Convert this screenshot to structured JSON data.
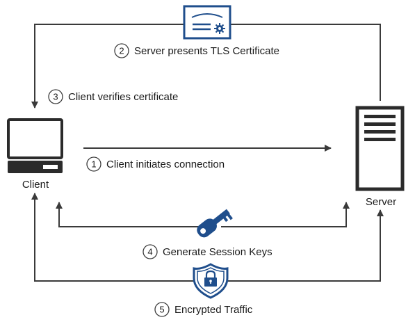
{
  "nodes": {
    "client": "Client",
    "server": "Server"
  },
  "steps": [
    {
      "number": "1",
      "label": "Client initiates connection"
    },
    {
      "number": "2",
      "label": "Server presents TLS Certificate"
    },
    {
      "number": "3",
      "label": "Client verifies certificate"
    },
    {
      "number": "4",
      "label": "Generate Session Keys"
    },
    {
      "number": "5",
      "label": "Encrypted Traffic"
    }
  ],
  "icons": {
    "client": "computer-icon",
    "server": "server-icon",
    "certificate": "certificate-icon",
    "key": "key-icon",
    "shield": "shield-lock-icon"
  },
  "colors": {
    "line": "#3a3a3a",
    "icon_dark": "#2b2b2b",
    "accent": "#1f4e8c"
  }
}
